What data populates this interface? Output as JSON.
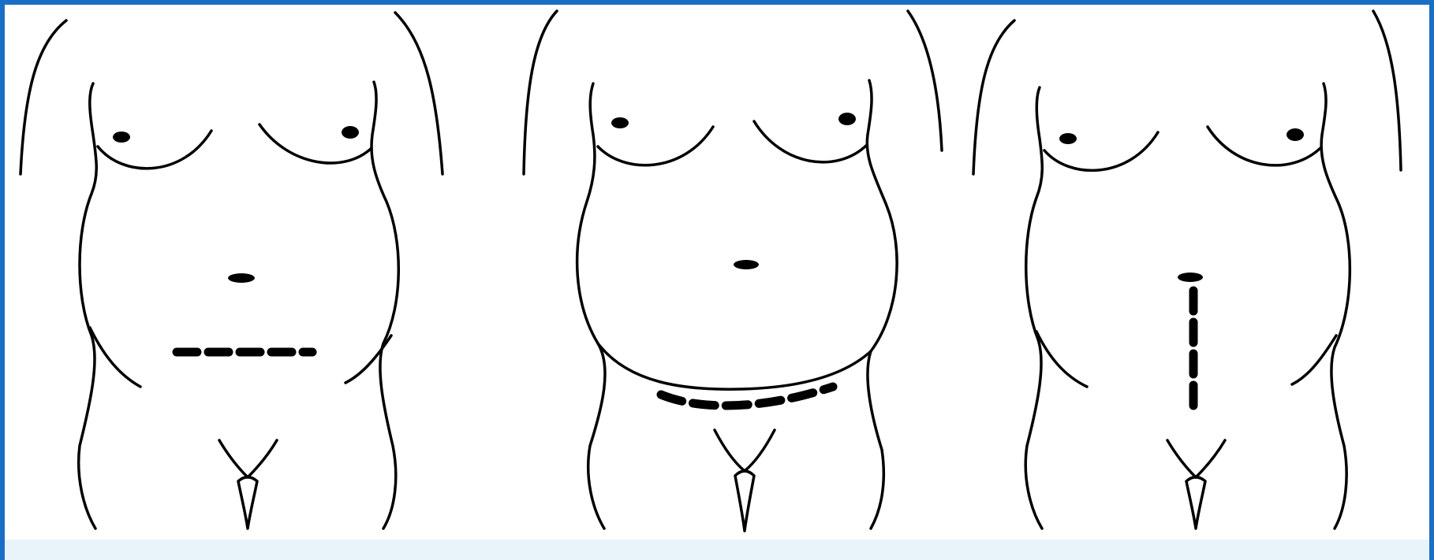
{
  "diagram": {
    "panels": [
      {
        "incision": "low-transverse",
        "incision_style": "dashed"
      },
      {
        "incision": "curved-lower",
        "incision_style": "dashed"
      },
      {
        "incision": "vertical-midline",
        "incision_style": "dashed"
      }
    ]
  },
  "colors": {
    "border": "#1a6fc4",
    "background": "#ffffff",
    "bottom_band": "#e8f4fa",
    "line": "#000000"
  }
}
